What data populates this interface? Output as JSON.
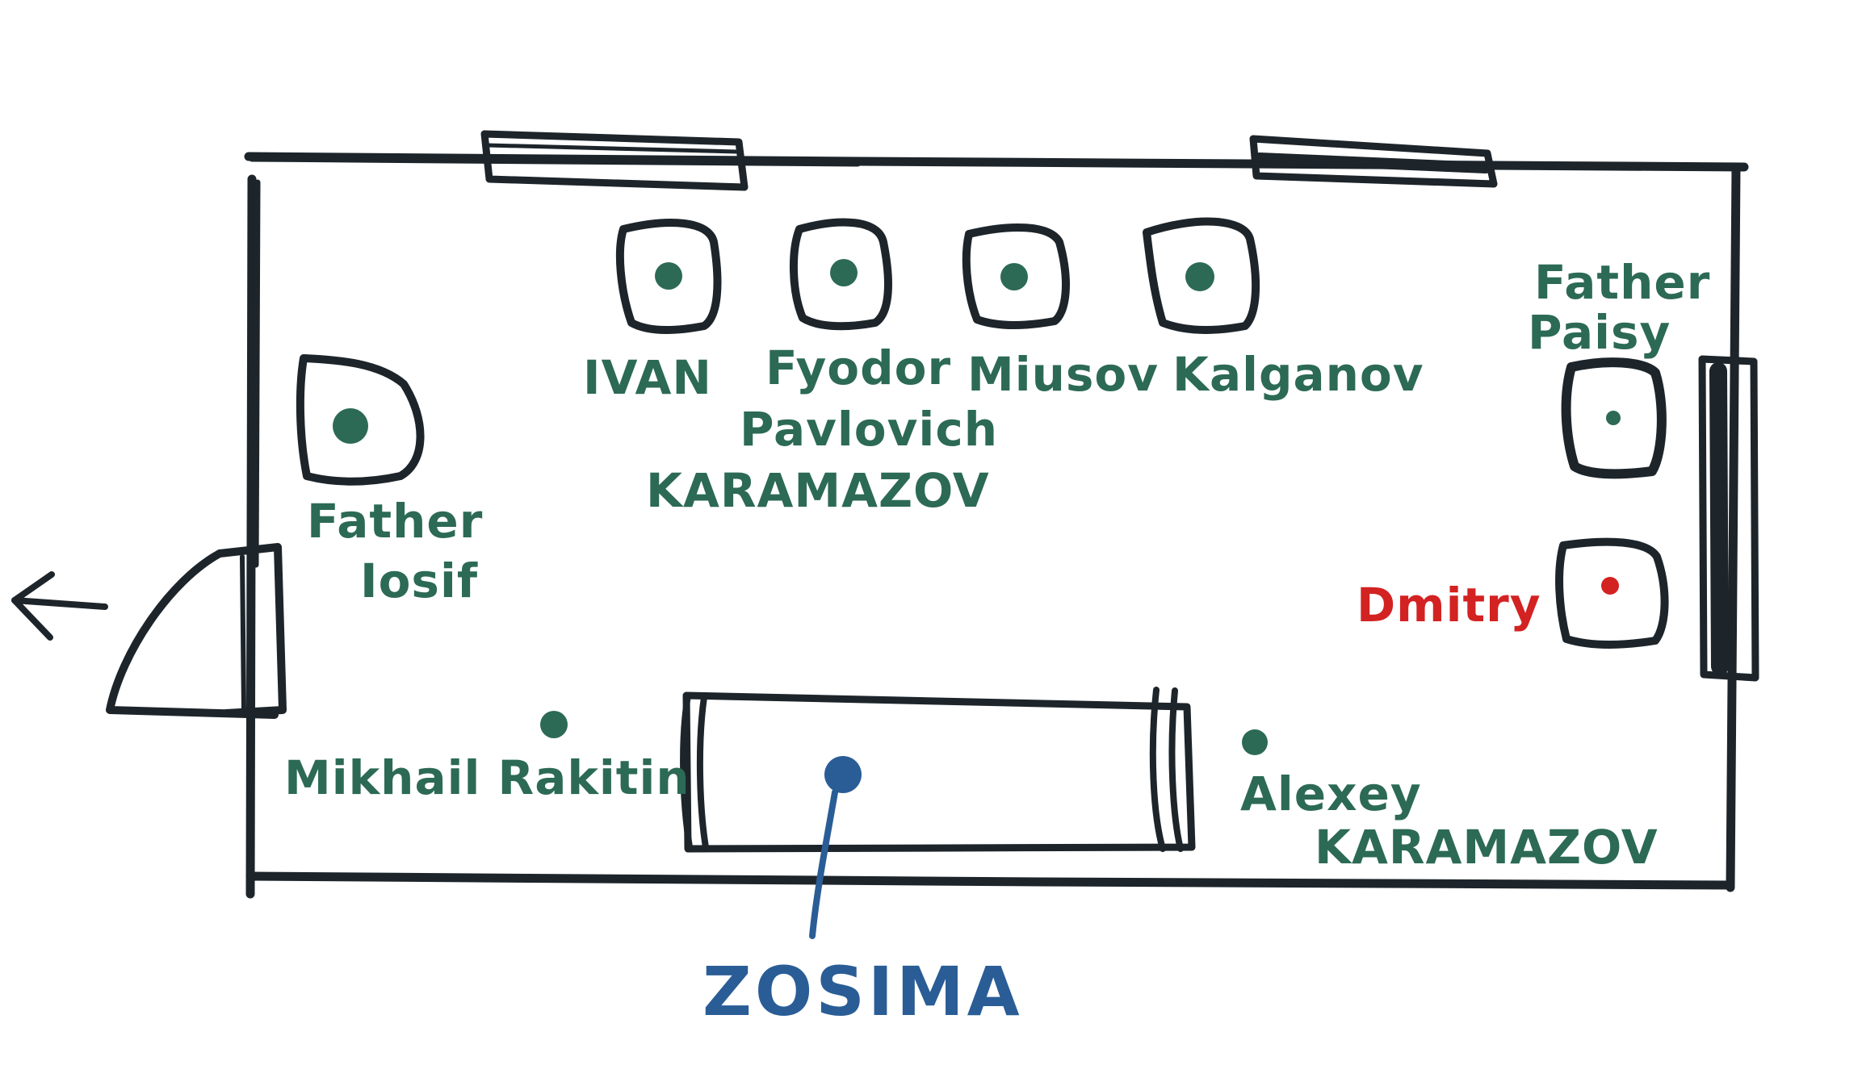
{
  "colors": {
    "ink": "#1d252b",
    "guest": "#2c6a55",
    "host": "#2a5d96",
    "highlight": "#d32222"
  },
  "icons": {
    "exit": "arrow-left-icon",
    "door": "door-swing-icon",
    "window": "window-icon",
    "chair": "chair-icon",
    "table": "table-icon",
    "person": "person-dot-icon"
  },
  "people": {
    "ivan": {
      "lines": [
        "IVAN"
      ]
    },
    "fyodor": {
      "lines": [
        "Fyodor",
        "Pavlovich",
        "KARAMAZOV"
      ]
    },
    "miusov": {
      "lines": [
        "Miusov"
      ]
    },
    "kalganov": {
      "lines": [
        "Kalganov"
      ]
    },
    "paisy": {
      "lines": [
        "Father",
        "Paisy"
      ]
    },
    "iosif": {
      "lines": [
        "Father",
        "Iosif"
      ]
    },
    "dmitry": {
      "lines": [
        "Dmitry"
      ]
    },
    "rakitin": {
      "lines": [
        "Mikhail Rakitin"
      ]
    },
    "alexey": {
      "lines": [
        "Alexey",
        "KARAMAZOV"
      ]
    },
    "zosima": {
      "lines": [
        "ZOSIMA"
      ]
    }
  }
}
